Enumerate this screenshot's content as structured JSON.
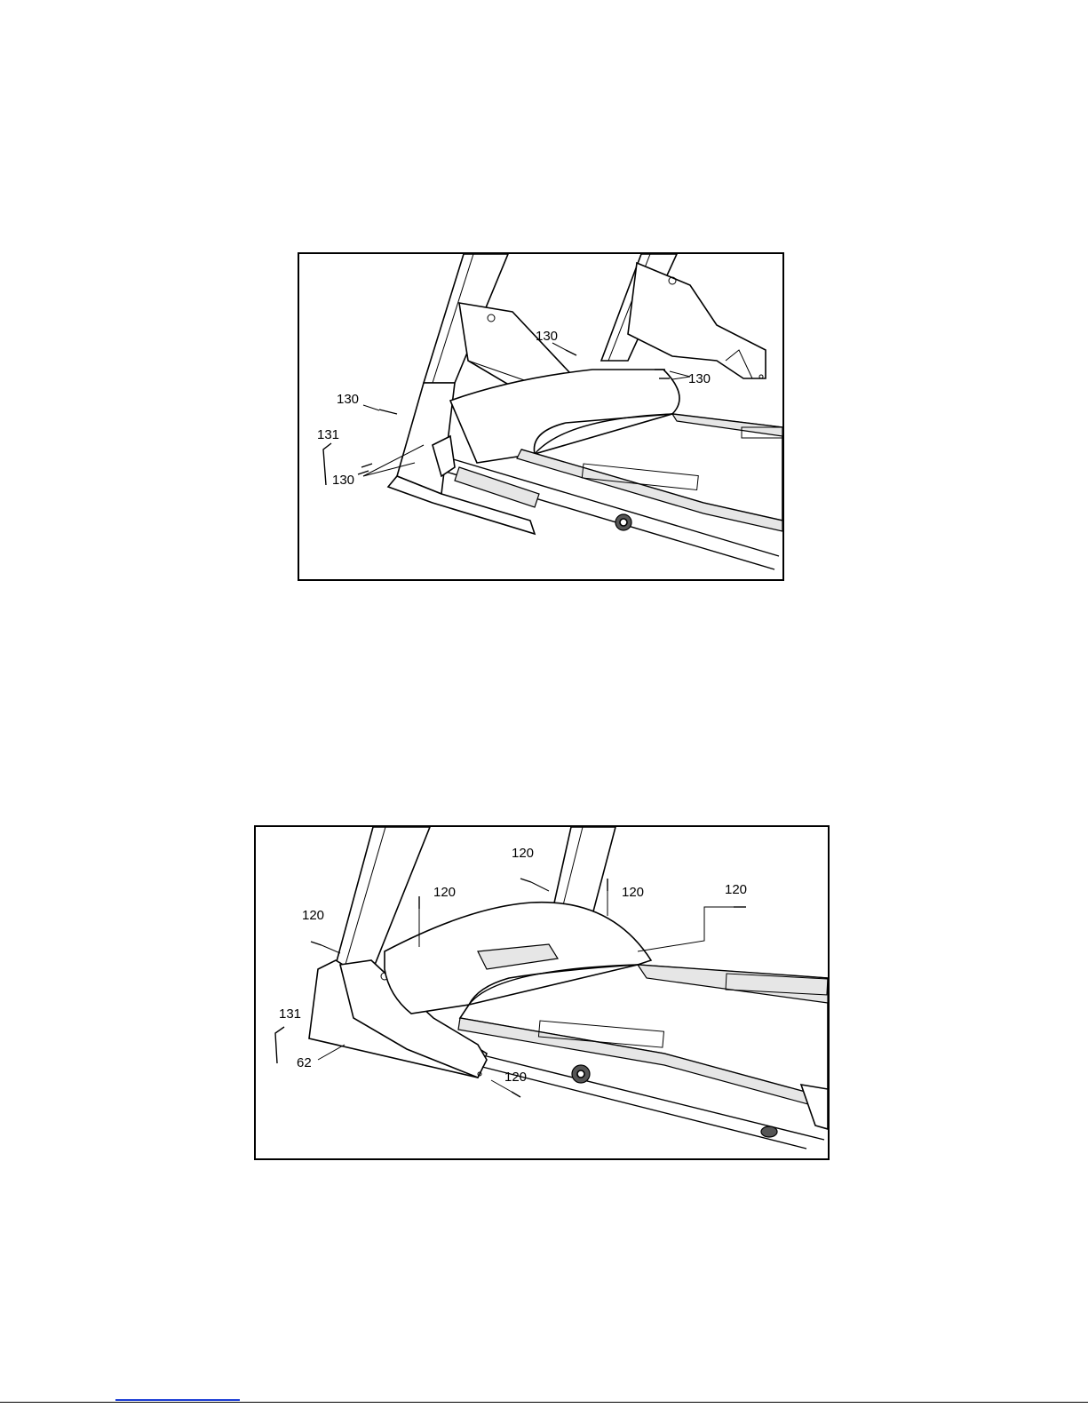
{
  "figure1": {
    "callouts": [
      "130",
      "130",
      "130",
      "131",
      "130"
    ]
  },
  "figure2": {
    "callouts": [
      "120",
      "120",
      "120",
      "120",
      "120",
      "131",
      "62",
      "120"
    ]
  }
}
